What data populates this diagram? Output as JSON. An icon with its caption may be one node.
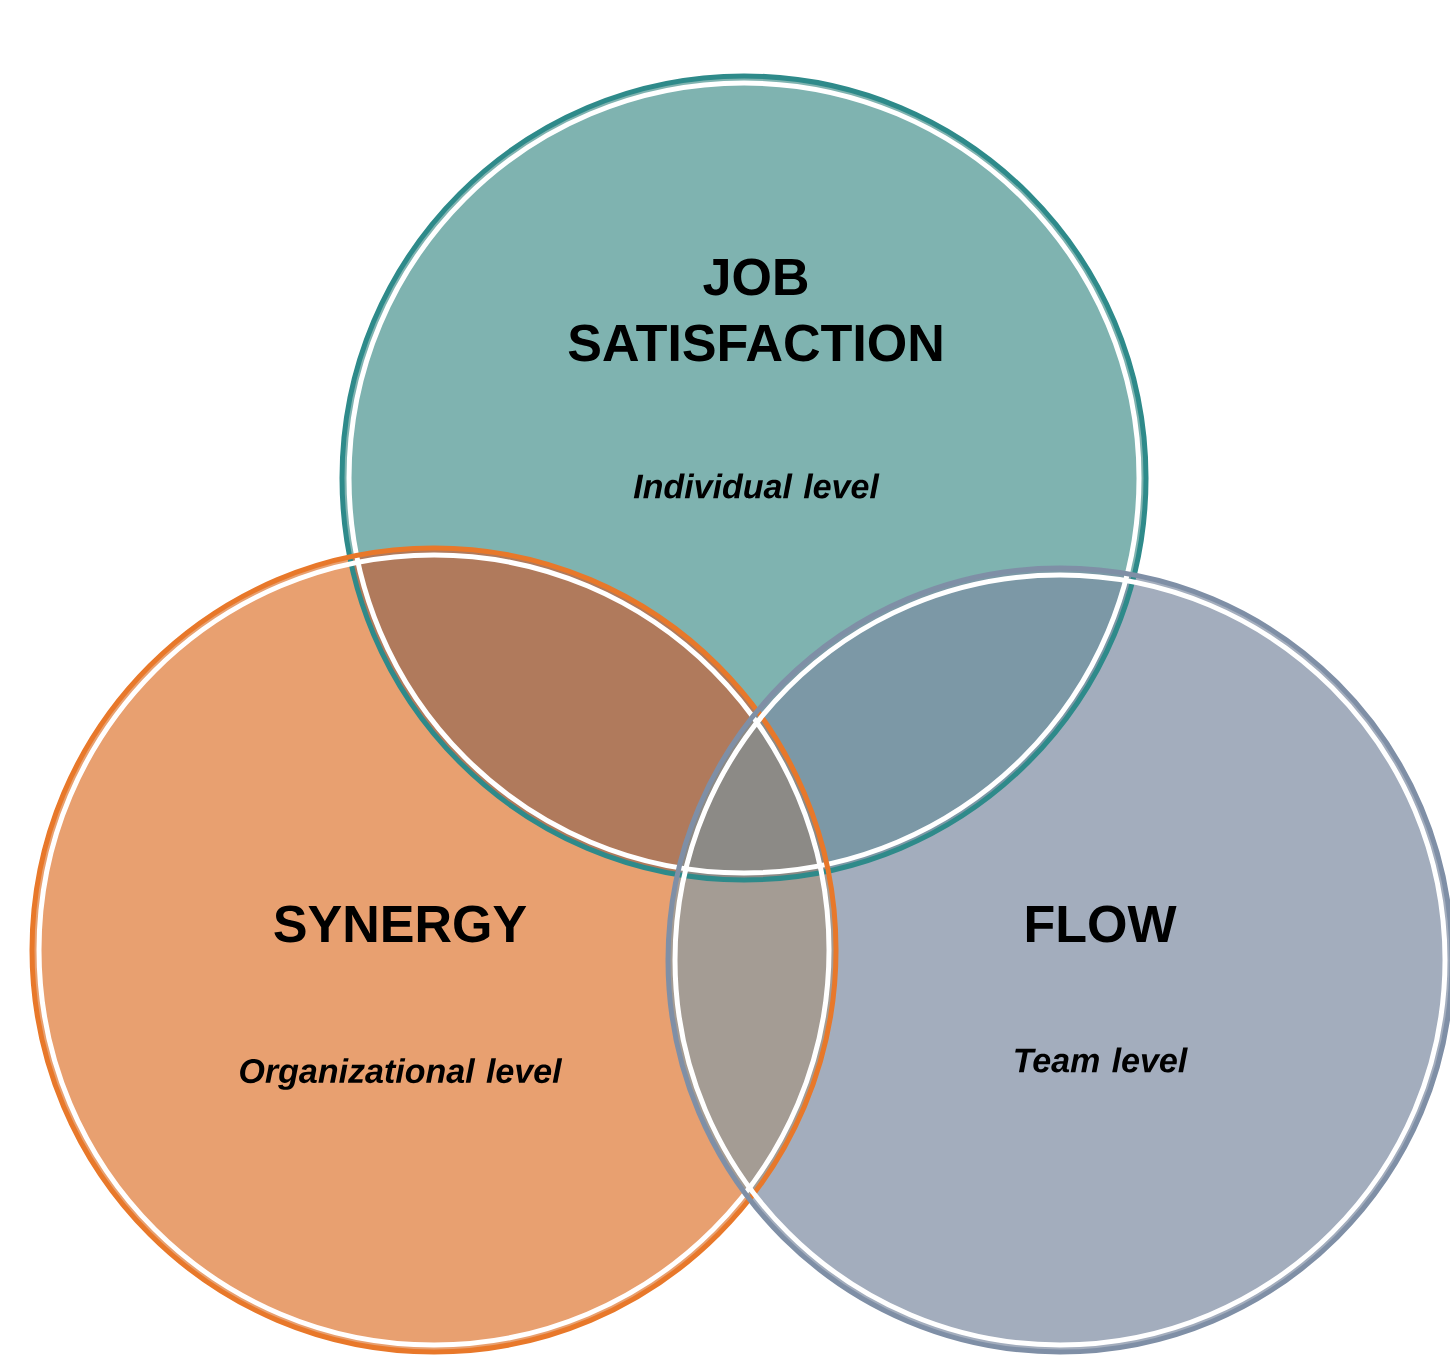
{
  "diagram": {
    "nodes": [
      {
        "text": [
          "JOB SATISFACTION",
          "Individual level"
        ]
      },
      {
        "text": [
          "SYNERGY",
          "Organizational level"
        ]
      },
      {
        "text": [
          "FLOW",
          "Team level"
        ]
      }
    ]
  }
}
